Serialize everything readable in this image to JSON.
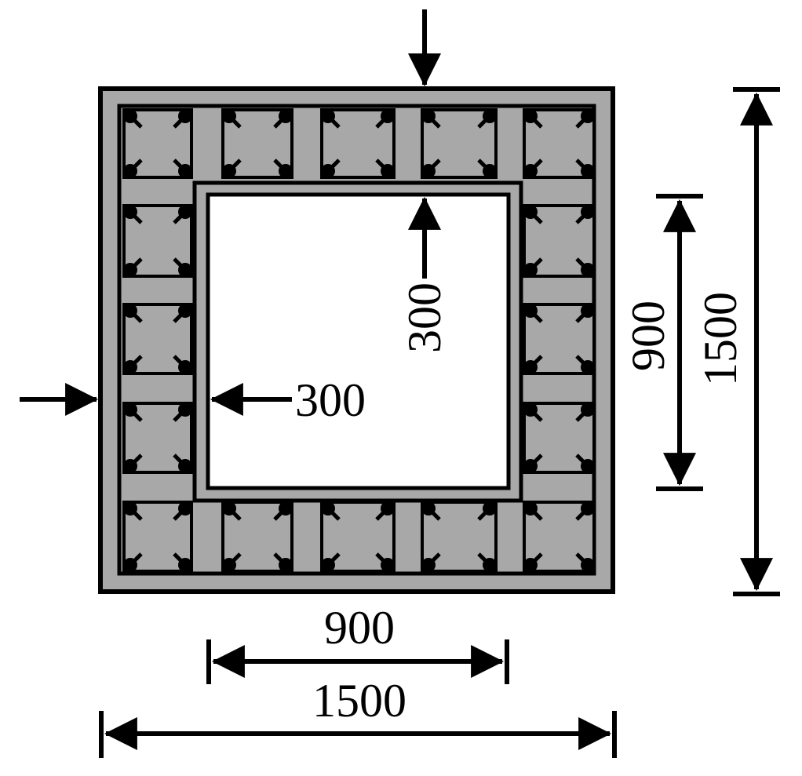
{
  "colors": {
    "fill": "#a8a8a8",
    "ink": "#000000",
    "background": "#ffffff"
  },
  "dimensions": {
    "outer_width": "1500",
    "inner_width": "900",
    "outer_height": "1500",
    "inner_height": "900",
    "wall_left": "300",
    "wall_top": "300"
  }
}
